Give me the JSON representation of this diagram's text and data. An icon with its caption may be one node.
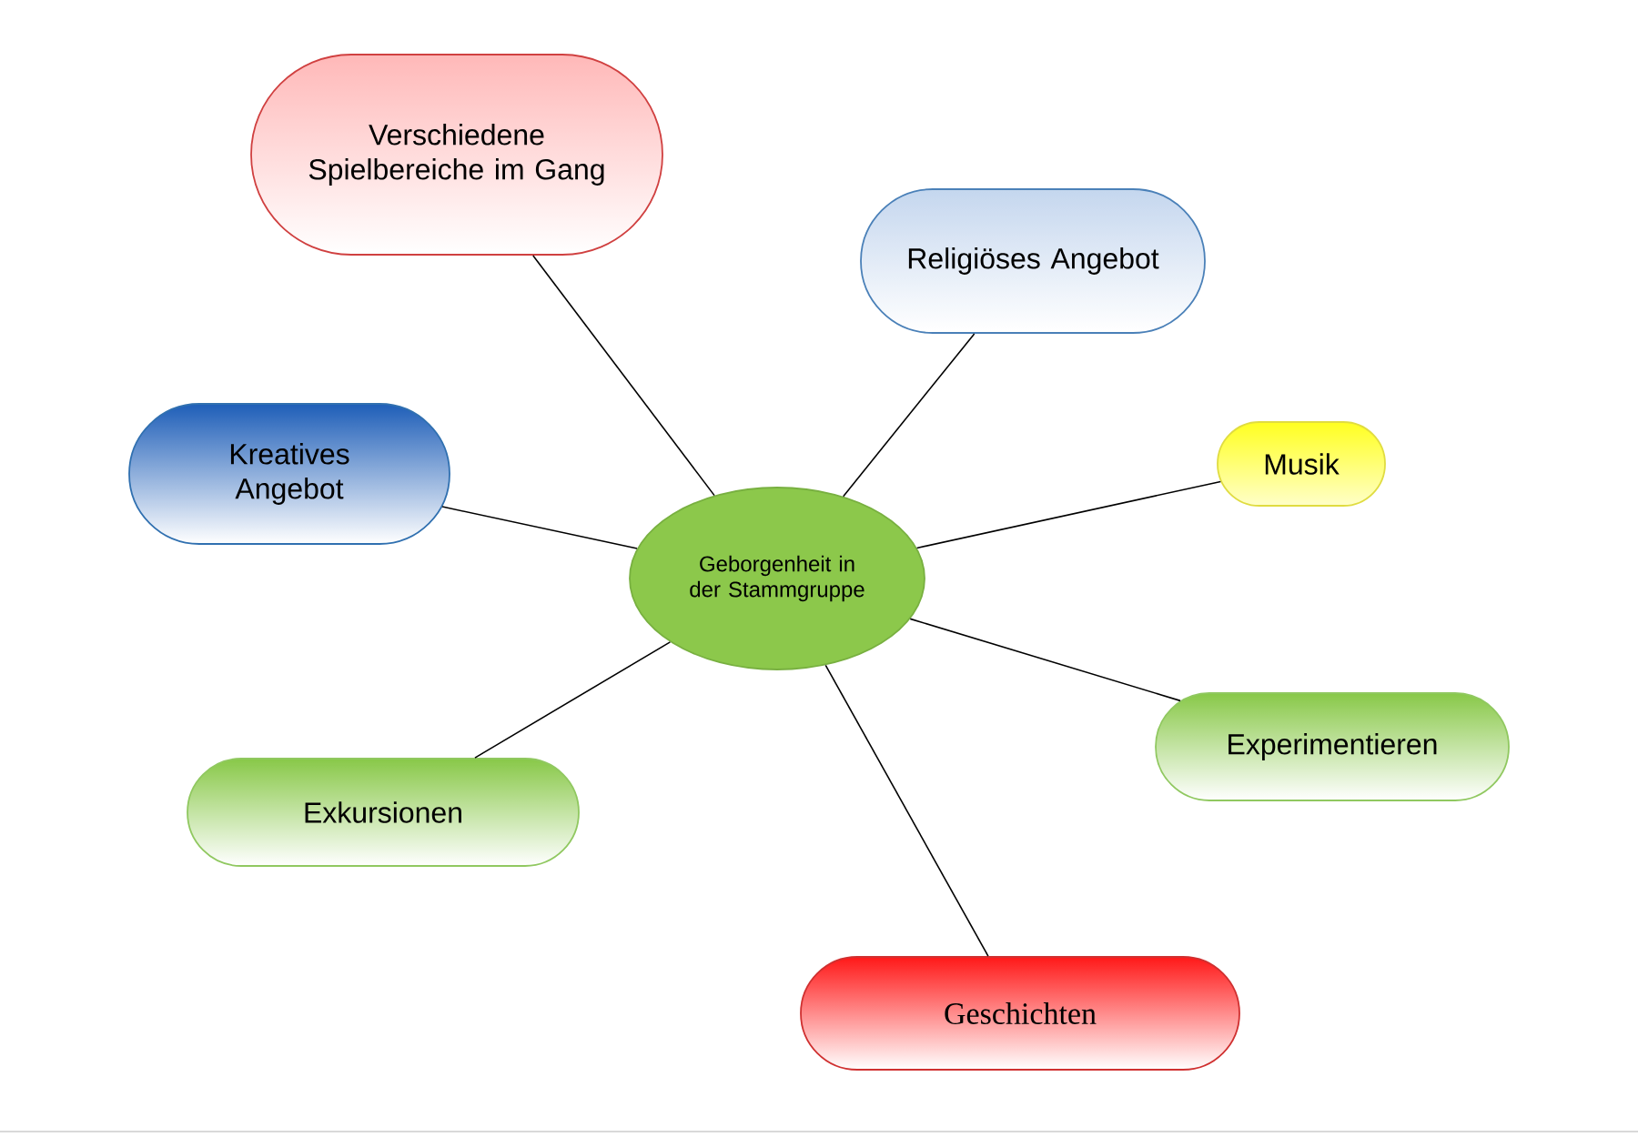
{
  "diagram": {
    "nodes": [
      {
        "text": [
          "Verschiedene Spielbereiche im Gang"
        ]
      },
      {
        "text": [
          "Religiöses Angebot"
        ]
      },
      {
        "text": [
          "Kreatives Angebot"
        ]
      },
      {
        "text": [
          "Musik"
        ]
      },
      {
        "text": [
          "Geborgenheit in der Stammgruppe"
        ]
      },
      {
        "text": [
          "Experimentieren"
        ]
      },
      {
        "text": [
          "Exkursionen"
        ]
      },
      {
        "text": [
          "Geschichten"
        ]
      }
    ],
    "edges": [
      {
        "from": 4,
        "to": 0,
        "arrow": "none"
      },
      {
        "from": 4,
        "to": 1,
        "arrow": "none"
      },
      {
        "from": 4,
        "to": 2,
        "arrow": "none"
      },
      {
        "from": 4,
        "to": 3,
        "arrow": "none"
      },
      {
        "from": 4,
        "to": 5,
        "arrow": "none"
      },
      {
        "from": 4,
        "to": 6,
        "arrow": "none"
      },
      {
        "from": 4,
        "to": 7,
        "arrow": "none"
      }
    ]
  }
}
